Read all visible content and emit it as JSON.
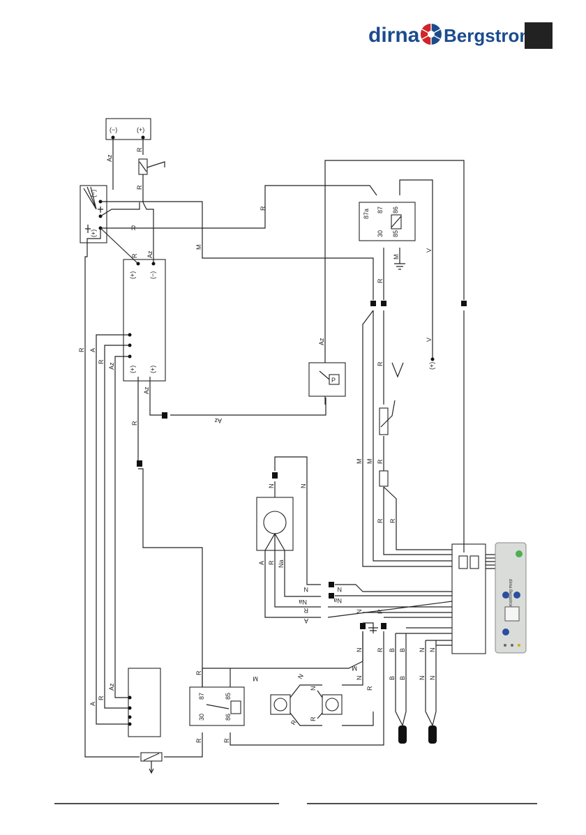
{
  "brand": {
    "name_left": "dirna",
    "name_right": "Bergstrom",
    "colors": {
      "blue": "#1b4b8c",
      "red": "#d2232a",
      "dark": "#222222"
    }
  },
  "panel": {
    "brand_text": "dirna Bergstrom",
    "icons": [
      "power-icon",
      "fan-icon",
      "up-icon",
      "down-icon",
      "snowflake-icon"
    ]
  },
  "wires": {
    "R": "R",
    "Az": "Az",
    "M": "M",
    "V": "V",
    "A": "A",
    "N": "N",
    "Na": "Na",
    "B": "B"
  },
  "terminals": {
    "plus": "(+)",
    "minus": "(−)",
    "p": "P"
  },
  "relays": {
    "top": {
      "t87a": "87a",
      "t87": "87",
      "t86": "86",
      "t30": "30",
      "t85": "85"
    },
    "bottom": {
      "t87": "87",
      "t85": "85",
      "t30": "30",
      "t86": "86"
    }
  }
}
